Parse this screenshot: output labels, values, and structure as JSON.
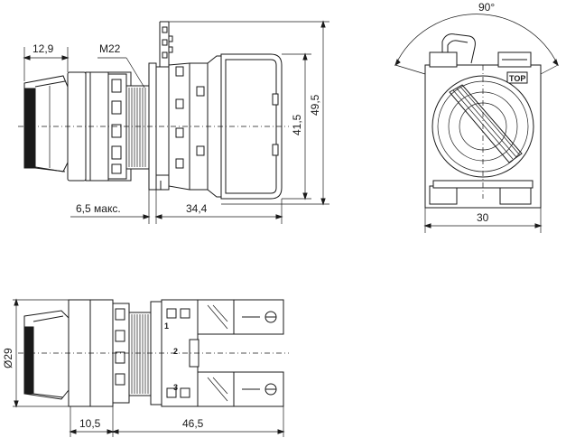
{
  "views": {
    "side": {
      "dim_knob_length": "12,9",
      "dim_thread": "M22",
      "dim_panel_max": "6,5 макс.",
      "dim_body_length": "34,4",
      "dim_body_height": "41,5",
      "dim_total_height": "49,5"
    },
    "front": {
      "dim_angle": "90°",
      "dim_width": "30",
      "top_mark": "TOP"
    },
    "bottom": {
      "dim_diameter": "Ø29",
      "dim_front_length": "10,5",
      "dim_rear_length": "46,5",
      "contact_numbers": [
        "1",
        "2",
        "3"
      ]
    }
  }
}
